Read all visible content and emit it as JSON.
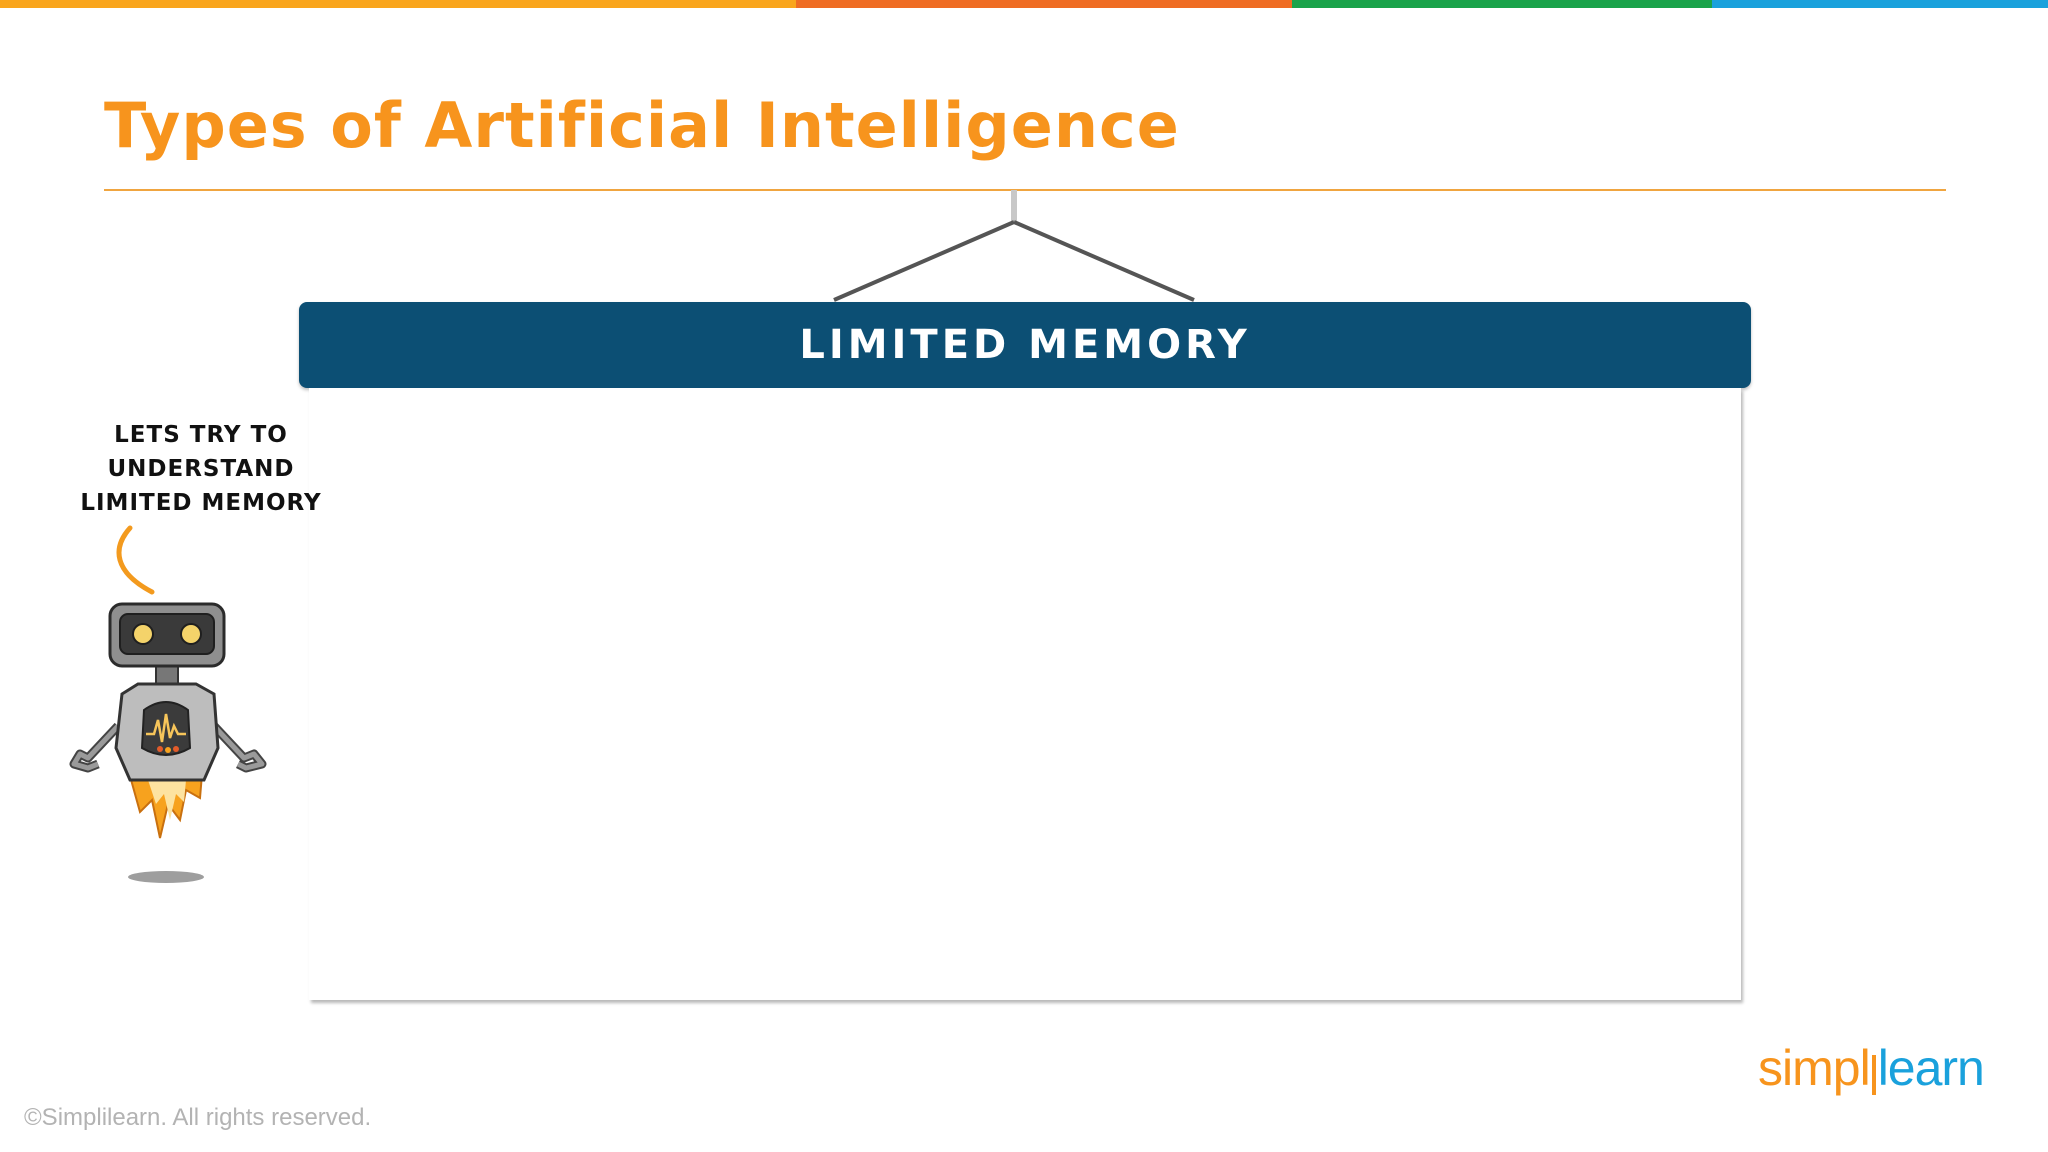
{
  "colors": {
    "stripe": [
      "#f9a51c",
      "#ef6c23",
      "#1aa34a",
      "#1aa1dc"
    ],
    "title": "#f7941d",
    "rule": "#f0a540",
    "banner": "#0c4f74",
    "logo_orange": "#f7941d",
    "logo_blue": "#1aa1dc"
  },
  "slide": {
    "title": "Types of Artificial Intelligence"
  },
  "banner": {
    "label": "LIMITED MEMORY"
  },
  "character": {
    "speech_lines": [
      "LETS TRY TO",
      "UNDERSTAND",
      "LIMITED MEMORY"
    ],
    "icon": "rocket-robot-icon"
  },
  "footer": {
    "copyright": "©Simplilearn. All rights reserved.",
    "logo_part1": "simpl",
    "logo_part2": "learn"
  }
}
